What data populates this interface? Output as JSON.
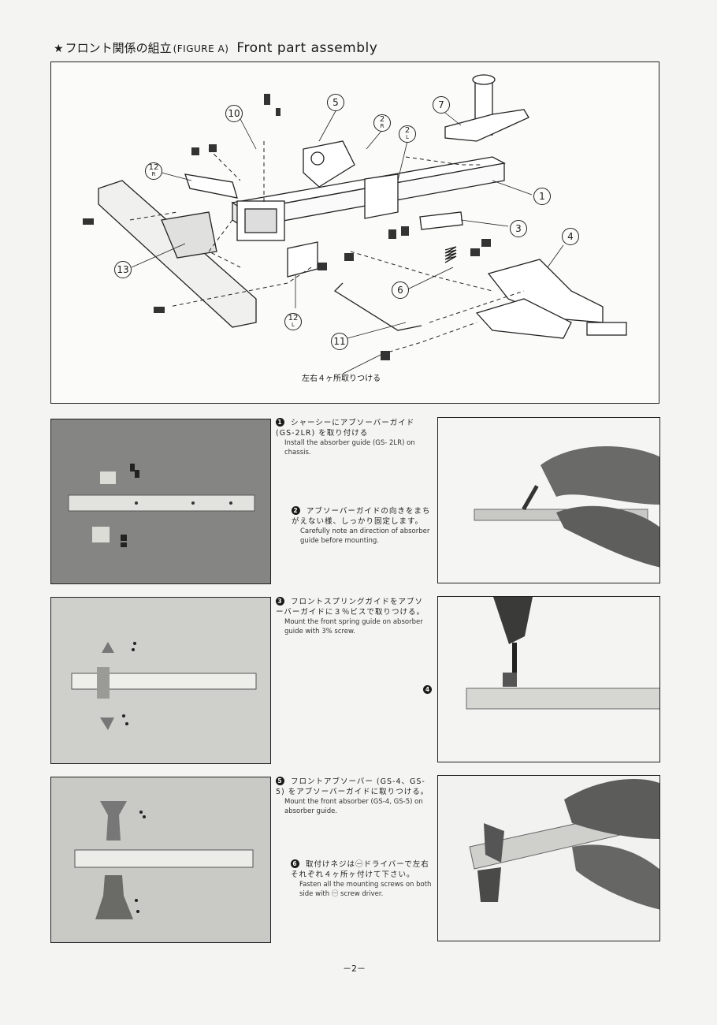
{
  "header": {
    "star": "★",
    "title_jp": "フロント関係の組立",
    "figure_label": "(FIGURE A)",
    "title_en": "Front part assembly"
  },
  "diagram": {
    "callouts": [
      "⑩",
      "⑤",
      "⑦",
      "2R",
      "2L",
      "⑫R",
      "①",
      "③",
      "④",
      "⑬",
      "⑥",
      "⑫L",
      "⑪"
    ],
    "callout_labels": {
      "c10": "10",
      "c5": "5",
      "c7": "7",
      "c2r_n": "2",
      "c2r_s": "R",
      "c2l_n": "2",
      "c2l_s": "L",
      "c12r_n": "12",
      "c12r_s": "R",
      "c1": "1",
      "c3": "3",
      "c4": "4",
      "c13": "13",
      "c6": "6",
      "c12l_n": "12",
      "c12l_s": "L",
      "c11": "11"
    },
    "note": "左右４ヶ所取りつける"
  },
  "steps": {
    "s1": {
      "num": "1",
      "jp": "シャーシーにアブソーバーガイド(GS-2LR) を取り付ける",
      "en": "Install the absorber guide (GS- 2LR) on chassis."
    },
    "s2": {
      "num": "2",
      "jp": "アブソーバーガイドの向きをまちがえない様、しっかり固定します。",
      "en": "Carefully note an direction of absorber guide before mounting."
    },
    "s3": {
      "num": "3",
      "jp": "フロントスプリングガイドをアブソーバーガイドに３％ビスで取りつける。",
      "en": "Mount the front spring guide on absorber guide with 3% screw."
    },
    "s4": {
      "num": "4"
    },
    "s5": {
      "num": "5",
      "jp": "フロントアブソーバー (GS-4、GS-5) をアブソーバーガイドに取りつける。",
      "en": "Mount the front absorber (GS-4, GS-5) on absorber guide."
    },
    "s6": {
      "num": "6",
      "jp": "取付けネジは㊀ドライバーで左右それぞれ４ヶ所ヶ付けて下さい。",
      "en": "Fasten all the mounting screws on both side with ㊀ screw driver."
    }
  },
  "page_number": "－2－"
}
